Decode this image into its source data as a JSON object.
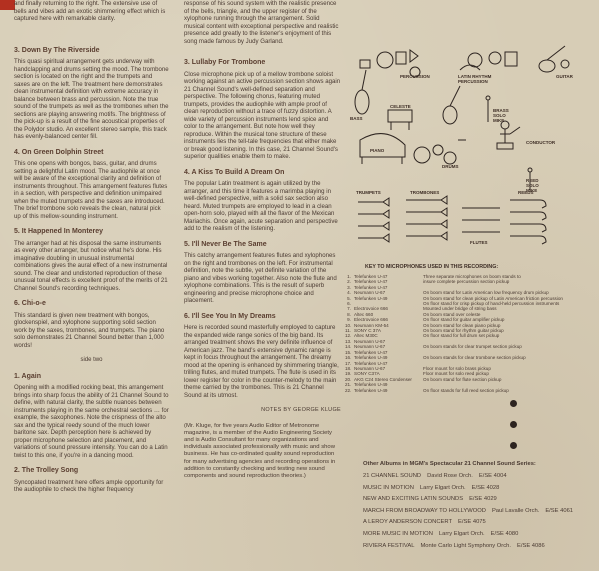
{
  "col1": {
    "intro": "and finally returning to the right. The extensive use of bells and vibes add an exotic shimmering effect which is captured here with remarkable clarity.",
    "sec3_title": "3. Down By The Riverside",
    "sec3_text": "This quasi spiritual arrangement gets underway with handclapping and drums setting the mood. The trombone section is located on the right and the trumpets and saxes are on the left. The treatment here demonstrates clean instrumental definition with extreme accuracy in balance between brass and percussion. Note the true sound of the trumpets as well as the trombones when the sections are playing answering motifs. The brightness of the pick-up is a result of the fine acoustical properties of the Polydor studio. An excellent stereo sample, this track has evenly-balanced center fill.",
    "sec4_title": "4. On Green Dolphin Street",
    "sec4_text": "This one opens with bongos, bass, guitar, and drums setting a delightful Latin mood. The audiophile at once will be aware of the exceptional clarity and definition of instruments throughout. This arrangement features flutes in a section, with perspective and definition unimpaired when the muted trumpets and the saxes are introduced. The brief trombone solo reveals the clean, natural pick up of this mellow-sounding instrument.",
    "sec5_title": "5. It Happened In Monterey",
    "sec5_text": "The arranger had at his disposal the same instruments as every other arranger, but notice what he's done. His imaginative doubling in unusual instrumental combinations gives the aural effect of a new instrumental sound. The clear and undistorted reproduction of these unusual tonal effects is excellent proof of the merits of 21 Channel Sound's recording techniques.",
    "sec6_title": "6. Chi-o-e",
    "sec6_text": "This standard is given new treatment with bongos, glockenspiel, and xylophone supporting solid section work by the saxes, trombones, and trumpets. The piano solo demonstrates 21 Channel Sound better than 1,000 words!",
    "side_two": "side two",
    "s2_1_title": "1. Again",
    "s2_1_text": "Opening with a modified rocking beat, this arrangement brings into sharp focus the ability of 21 Channel Sound to define, with natural clarity, the subtle nuances between instruments playing in the same orchestral sections … for example, the saxophones. Note the crispness of the alto sax and the typical reedy sound of the much lower baritone sax. Depth perception here is achieved by proper microphone selection and placement, and variations of sound pressure intensity. You can do a Latin twist to this one, if you're in a dancing mood.",
    "s2_2_title": "2. The Trolley Song",
    "s2_2_text": "Syncopated treatment here offers ample opportunity for the audiophile to check the higher frequency"
  },
  "col2": {
    "intro": "response of his sound system with the realistic presence of the bells, triangle, and the upper register of the xylophone running through the arrangement. Solid musical content with exceptional perspective and realistic presence add greatly to the listener's enjoyment of this song made famous by Judy Garland.",
    "sec3_title": "3. Lullaby For Trombone",
    "sec3_text": "Close microphone pick up of a mellow trombone soloist working against an active percussion section shows again 21 Channel Sound's well-defined separation and perspective. The following chorus, featuring muted trumpets, provides the audiophile with ample proof of clean reproduction without a trace of fuzzy distortion. A wide variety of percussion instruments lend spice and color to the arrangement. But note how well they reproduce. Within the musical tone structure of these instruments lies the tell-tale frequencies that either make or break good listening. In this case, 21 Channel Sound's superior qualities enable them to make.",
    "sec4_title": "4. A Kiss To Build A Dream On",
    "sec4_text": "The popular Latin treatment is again utilized by the arranger, and this time it features a marimba playing in well-defined perspective, with a solid sax section also heard. Muted trumpets are employed to lead in a clean open-horn solo, played with all the flavor of the Mexican Mariachis. Once again, acute separation and perspective add to the realism of the listening.",
    "sec5_title": "5. I'll Never Be The Same",
    "sec5_text": "This catchy arrangement features flutes and xylophones on the right and trombones on the left. For instrumental definition, note the subtle, yet definite variation of the piano and vibes working together. Also note the flute and xylophone combinations. This is the result of superb engineering and precise microphone choice and placement.",
    "sec6_title": "6. I'll See You In My Dreams",
    "sec6_text": "Here is recorded sound masterfully employed to capture the expanded wide range sonics of the big band. Its arranged treatment shows the very definite influence of American jazz. The band's extensive dynamic range is kept in focus throughout the arrangement. The dreamy mood at the opening is enhanced by shimmering triangle, trilling flutes, and muted trumpets. The flute is used in its lower register for color in the counter-melody to the main theme carried by the trombones. This is 21 Channel Sound at its utmost.",
    "notes_by": "NOTES BY GEORGE KLUGE",
    "bio": "(Mr. Kluge, for five years Audio Editor of Metronome magazine, is a member of the Audio Engineering Society and is Audio Consultant for many organizations and individuals associated professionally with music and show business. He has co-ordinated quality sound reproduction for many advertising agencies and recording operations in addition to constantly checking and testing new sound components and sound reproduction theories.)"
  },
  "diagram": {
    "labels": {
      "percussion": "PERCUSSION",
      "latin": "LATIN RHYTHM PERCUSSION",
      "guitar": "GUITAR",
      "bass": "BASS",
      "celeste": "CELESTE",
      "brass_solo": "BRASS SOLO MIKE",
      "piano": "PIANO",
      "drums": "DRUMS",
      "conductor": "CONDUCTOR",
      "reed_solo": "REED SOLO MIKE",
      "trumpets": "TRUMPETS",
      "trombones": "TROMBONES",
      "flutes": "FLUTES",
      "reeds": "REEDS"
    }
  },
  "key": {
    "title": "KEY TO MICROPHONES USED IN THIS RECORDING:",
    "rows": [
      {
        "n": "1.",
        "mic": "Telefunken U-47",
        "desc": "Three separate microphones on boom stands to"
      },
      {
        "n": "2.",
        "mic": "Telefunken U-47",
        "desc": "insure complete percussion section pickup"
      },
      {
        "n": "3.",
        "mic": "Telefunken U-47",
        "desc": ""
      },
      {
        "n": "4.",
        "mic": "Neumann U-67",
        "desc": "On boom stand for Latin American low frequency drum pickup"
      },
      {
        "n": "5.",
        "mic": "Telefunken U-49",
        "desc": "On boom stand for clean pickup of Latin American friction percussion"
      },
      {
        "n": "6.",
        "mic": "",
        "desc": "On floor stand for crisp pickup of hand-held percussion instruments"
      },
      {
        "n": "7.",
        "mic": "Electrovoice 666",
        "desc": "Mounted under bridge of string bass"
      },
      {
        "n": "8.",
        "mic": "Altec 660",
        "desc": "On boom stand over celeste"
      },
      {
        "n": "9.",
        "mic": "Electrovoice 666",
        "desc": "On floor stand for guitar amplifier pickup"
      },
      {
        "n": "10.",
        "mic": "Neumann KM-54",
        "desc": "On boom stand for clean piano pickup"
      },
      {
        "n": "11.",
        "mic": "SONY C 37A",
        "desc": "On boom stand for rhythm guitar pickup"
      },
      {
        "n": "12.",
        "mic": "Altec M30C",
        "desc": "On floor stand for full drum set pickup"
      },
      {
        "n": "13.",
        "mic": "Neumann U-67",
        "desc": ""
      },
      {
        "n": "14.",
        "mic": "Neumann U-67",
        "desc": "On boom stands for clear trumpet section pickup"
      },
      {
        "n": "15.",
        "mic": "Telefunken U-47",
        "desc": ""
      },
      {
        "n": "16.",
        "mic": "Telefunken U-49",
        "desc": "On boom stands for clear trombone section pickup"
      },
      {
        "n": "17.",
        "mic": "Telefunken U-47",
        "desc": ""
      },
      {
        "n": "18.",
        "mic": "Neumann U-67",
        "desc": "Floor mount for solo brass pickup"
      },
      {
        "n": "19.",
        "mic": "SONY C37A",
        "desc": "Floor mount for solo reed pickup"
      },
      {
        "n": "20.",
        "mic": "AKG C24 Stereo Condenser",
        "desc": "On boom stand for flute section pickup"
      },
      {
        "n": "21.",
        "mic": "Telefunken U-49",
        "desc": ""
      },
      {
        "n": "22.",
        "mic": "Telefunken U-49",
        "desc": "On floor stands for full reed section pickup"
      }
    ]
  },
  "other": {
    "title": "Other Albums in MGM's Spectacular 21 Channel Sound Series:",
    "albums": [
      {
        "title": "21 CHANNEL SOUND",
        "artist": "David Rose Orch.",
        "cat": "E/SE 4004"
      },
      {
        "title": "MUSIC IN MOTION",
        "artist": "Larry Elgart Orch.",
        "cat": "E/SE 4028"
      },
      {
        "title": "NEW AND EXCITING LATIN SOUNDS",
        "artist": "",
        "cat": "E/SE 4029"
      },
      {
        "title": "MARCH FROM BROADWAY TO HOLLYWOOD",
        "artist": "Paul Lavalle Orch.",
        "cat": "E/SE 4061"
      },
      {
        "title": "A LEROY ANDERSON CONCERT",
        "artist": "",
        "cat": "E/SE 4075"
      },
      {
        "title": "MORE MUSIC IN MOTION",
        "artist": "Larry Elgart Orch.",
        "cat": "E/SE 4080"
      },
      {
        "title": "RIVIERA FESTIVAL",
        "artist": "Monte Carlo Light Symphony Orch.",
        "cat": "E/SE 4086"
      }
    ]
  }
}
